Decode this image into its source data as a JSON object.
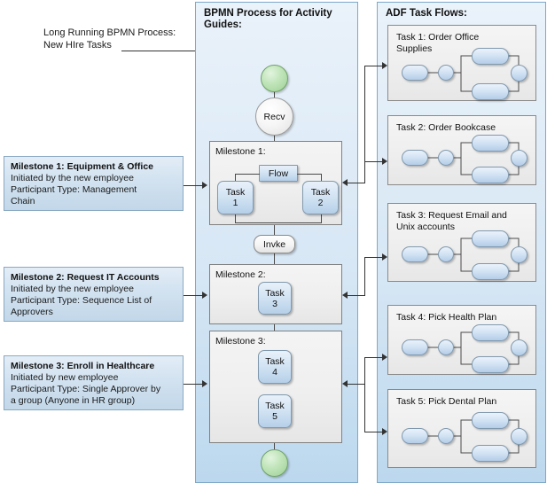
{
  "annotation": {
    "line1": "Long Running BPMN Process:",
    "line2": "New HIre Tasks"
  },
  "columns": {
    "bpmn_title_line1": "BPMN Process for Activity",
    "bpmn_title_line2": "Guides:",
    "adf_title": "ADF Task Flows:"
  },
  "milestone_callouts": [
    {
      "title": "Milestone 1: Equipment & Office",
      "desc_line1": "Initiated by the new employee",
      "desc_line2": "Participant Type: Management",
      "desc_line3": "Chain"
    },
    {
      "title": "Milestone 2: Request IT Accounts",
      "desc_line1": "Initiated by the new employee",
      "desc_line2": "Participant Type: Sequence List of",
      "desc_line3": "Approvers"
    },
    {
      "title": "Milestone 3: Enroll in Healthcare",
      "desc_line1": "Initiated by new employee",
      "desc_line2": "Participant Type: Single Approver by",
      "desc_line3": "a group (Anyone in HR group)"
    }
  ],
  "bpmn": {
    "start_event": "",
    "receive_task": "Recv",
    "invoke_task": "Invke",
    "end_event": "",
    "lanes": [
      {
        "label": "Milestone 1:",
        "flow_label": "Flow",
        "tasks": [
          "Task 1",
          "Task 2"
        ]
      },
      {
        "label": "Milestone 2:",
        "tasks": [
          "Task 3"
        ]
      },
      {
        "label": "Milestone 3:",
        "tasks": [
          "Task 4",
          "Task 5"
        ]
      }
    ],
    "task_labels": {
      "task1_line1": "Task",
      "task1_line2": "1",
      "task2_line1": "Task",
      "task2_line2": "2",
      "task3_line1": "Task",
      "task3_line2": "3",
      "task4_line1": "Task",
      "task4_line2": "4",
      "task5_line1": "Task",
      "task5_line2": "5"
    }
  },
  "task_flows": [
    {
      "title_line1": "Task 1: Order Office",
      "title_line2": "Supplies"
    },
    {
      "title_line1": "Task 2: Order Bookcase",
      "title_line2": ""
    },
    {
      "title_line1": "Task 3: Request Email and",
      "title_line2": "Unix accounts"
    },
    {
      "title_line1": "Task 4: Pick Health Plan",
      "title_line2": ""
    },
    {
      "title_line1": "Task 5: Pick Dental Plan",
      "title_line2": ""
    }
  ],
  "colors": {
    "panel_blue": "#d7e7f5",
    "panel_border": "#7fa8c9",
    "node_blue": "#d4e4f4",
    "node_border": "#8199ae",
    "lane_grey": "#efefef",
    "lane_border": "#808080",
    "event_green": "#bfe4b8",
    "connector": "#333333",
    "text": "#1a1a1a"
  }
}
